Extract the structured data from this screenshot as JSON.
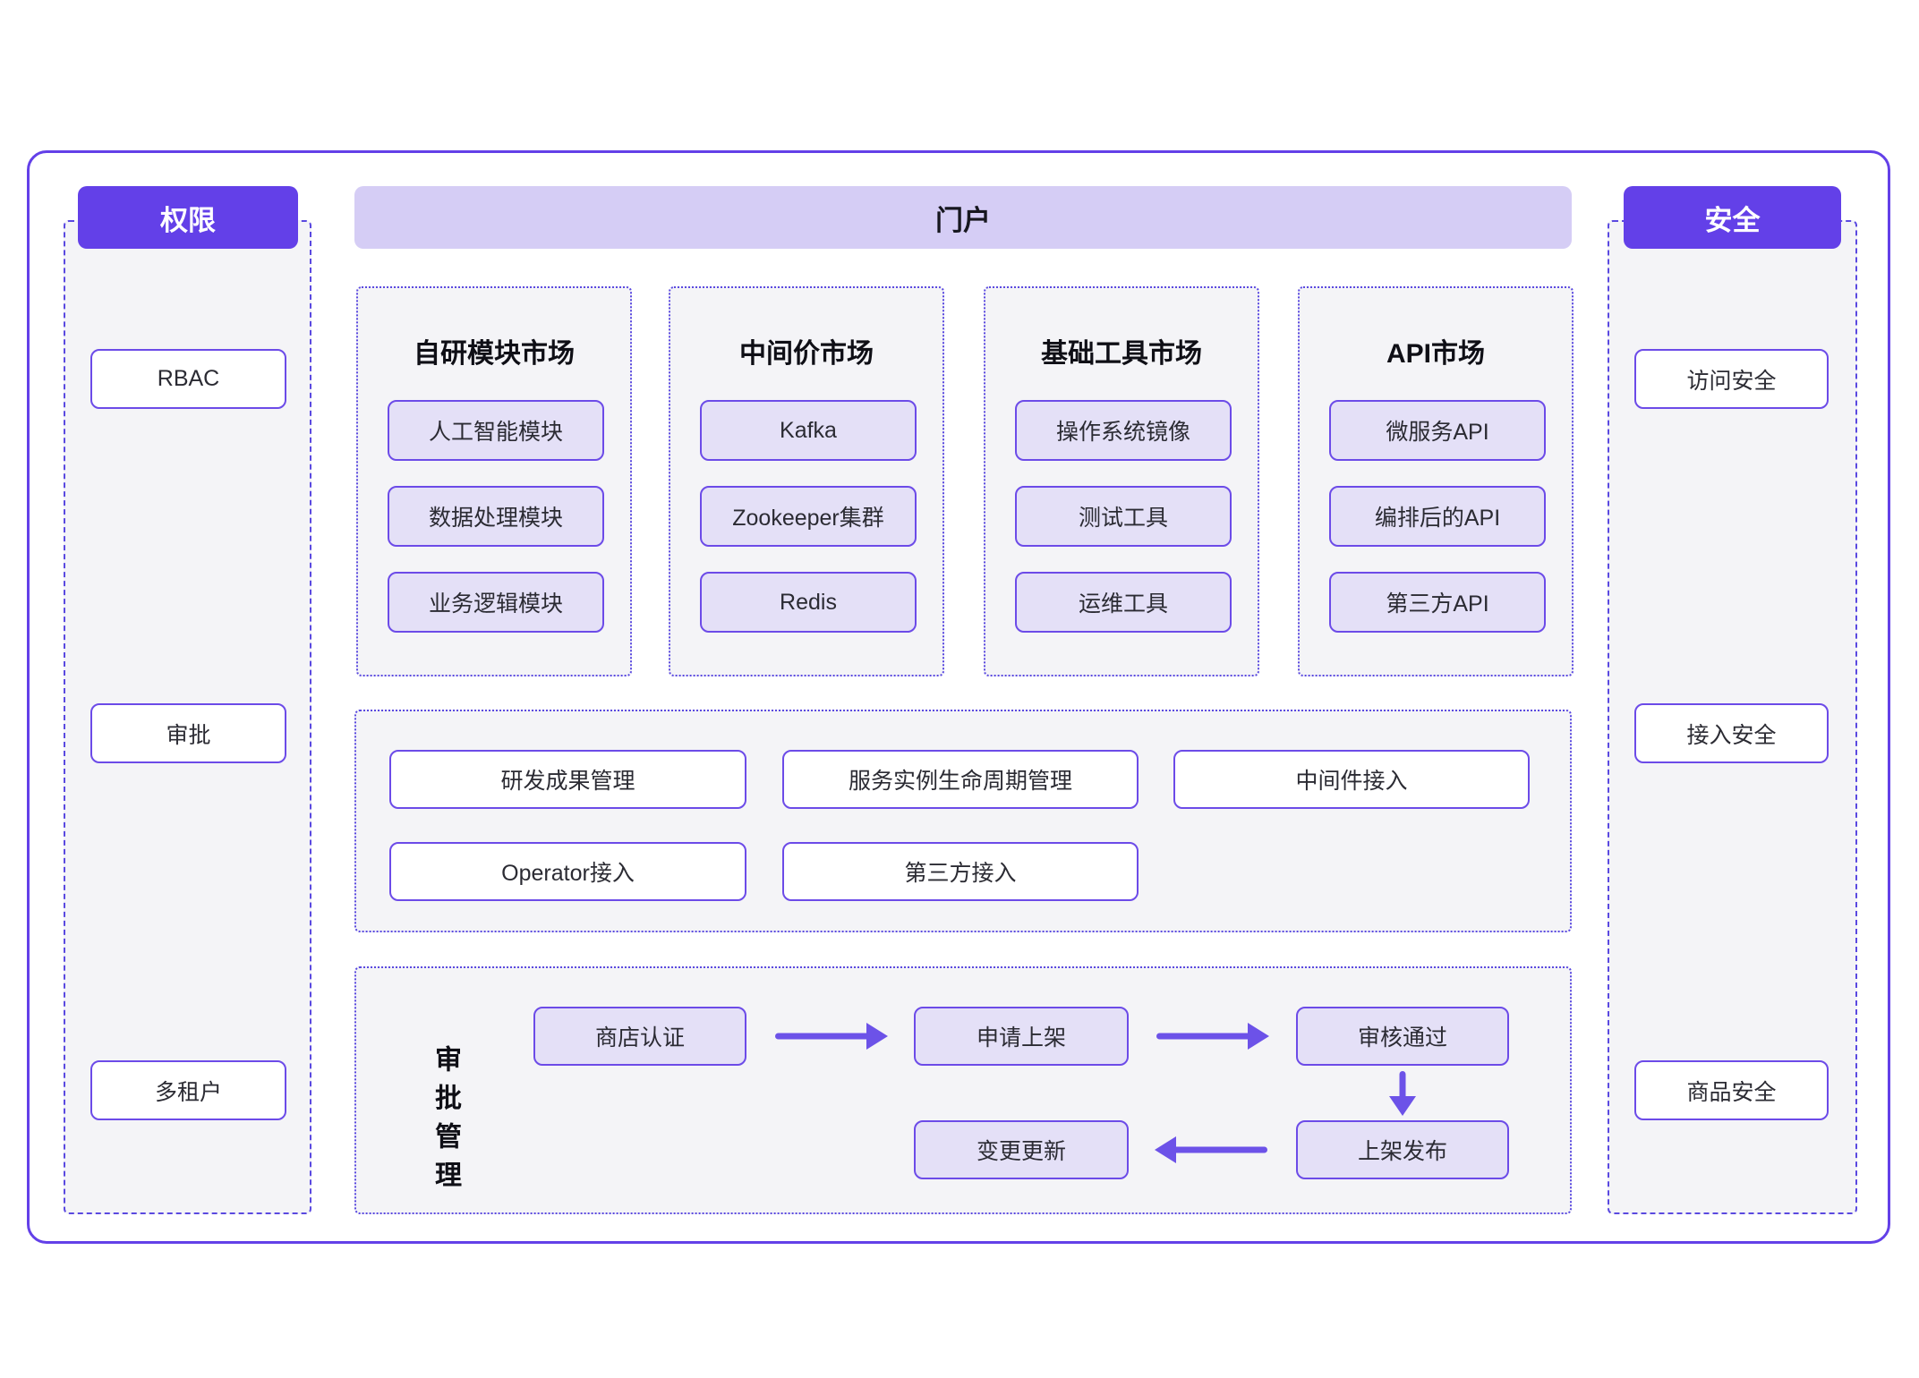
{
  "colors": {
    "accent": "#6340E8",
    "portal-bg": "#D5CDF5",
    "panel-bg": "#F4F4F7",
    "dash": "#5A49E0",
    "box-border": "#6C4BE8",
    "box-fill": "#E4E0F7",
    "arrow": "#6C52E8"
  },
  "panels": {
    "left": {
      "header": "权限",
      "items": [
        "RBAC",
        "审批",
        "多租户"
      ]
    },
    "right": {
      "header": "安全",
      "items": [
        "访问安全",
        "接入安全",
        "商品安全"
      ]
    }
  },
  "portal": {
    "header": "门户"
  },
  "markets": [
    {
      "title": "自研模块市场",
      "items": [
        "人工智能模块",
        "数据处理模块",
        "业务逻辑模块"
      ]
    },
    {
      "title": "中间价市场",
      "items": [
        "Kafka",
        "Zookeeper集群",
        "Redis"
      ]
    },
    {
      "title": "基础工具市场",
      "items": [
        "操作系统镜像",
        "测试工具",
        "运维工具"
      ]
    },
    {
      "title": "API市场",
      "items": [
        "微服务API",
        "编排后的API",
        "第三方API"
      ]
    }
  ],
  "management": {
    "items": [
      "研发成果管理",
      "服务实例生命周期管理",
      "中间件接入",
      "Operator接入",
      "第三方接入"
    ]
  },
  "approval": {
    "label": "审批管理",
    "steps": [
      "商店认证",
      "申请上架",
      "审核通过",
      "上架发布",
      "变更更新"
    ]
  }
}
